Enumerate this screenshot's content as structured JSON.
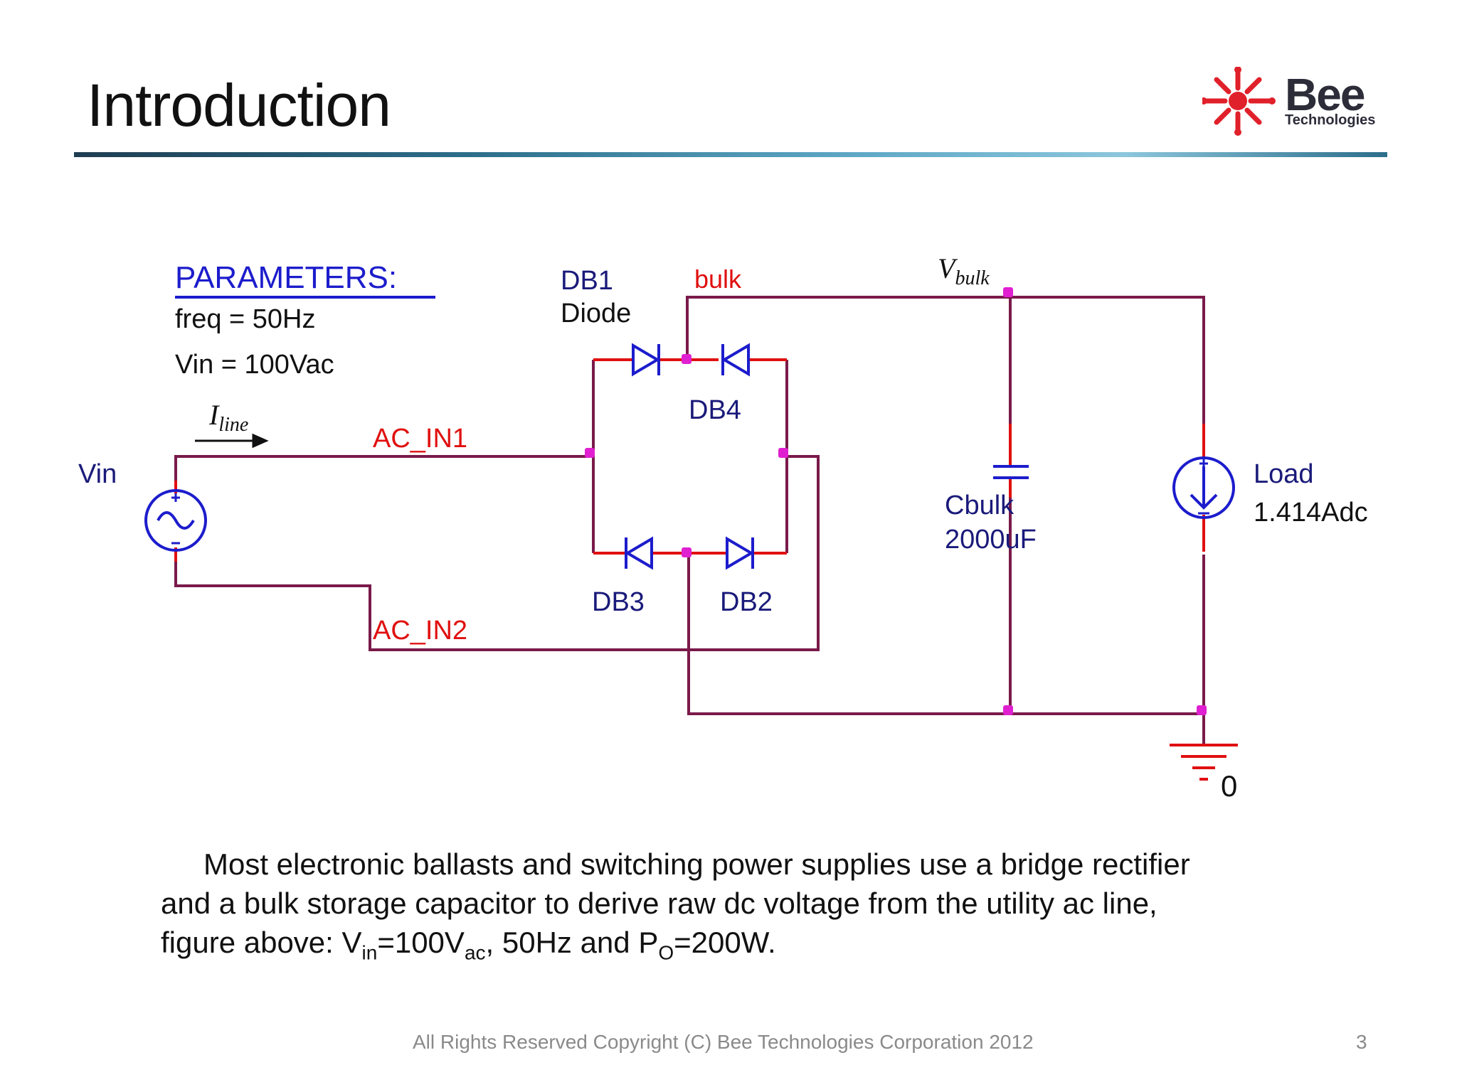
{
  "slide": {
    "title": "Introduction",
    "page_number": "3",
    "footer": "All Rights Reserved Copyright (C) Bee Technologies Corporation 2012"
  },
  "logo": {
    "brand": "Bee",
    "subtitle": "Technologies",
    "icon": "bee-logo-icon",
    "color": "#e0202a"
  },
  "schematic": {
    "parameters_heading": "PARAMETERS:",
    "param_freq": "freq = 50Hz",
    "param_vin": "Vin = 100Vac",
    "current_label": "I",
    "current_sub": "line",
    "source_name": "Vin",
    "net_ac_in1": "AC_IN1",
    "net_ac_in2": "AC_IN2",
    "net_bulk": "bulk",
    "vbulk_label": "V",
    "vbulk_sub": "bulk",
    "db1": "DB1",
    "db1_model": "Diode",
    "db2": "DB2",
    "db3": "DB3",
    "db4": "DB4",
    "cap_name": "Cbulk",
    "cap_value": "2000uF",
    "load_name": "Load",
    "load_value": "1.414Adc",
    "ground": "0",
    "colors": {
      "wire": "#7a1a4a",
      "component": "#1c1ccc",
      "pin": "#e01010",
      "node": "#e020d0"
    }
  },
  "description": {
    "line1": "Most electronic ballasts and switching power supplies use a bridge rectifier",
    "line2": "and a bulk storage capacitor to derive raw dc voltage from the utility ac line,",
    "line3_prefix": "figure above: V",
    "vin_sub": "in",
    "vin_value": "=100V",
    "vac_sub": "ac",
    "mid": ", 50Hz and P",
    "po_sub": "O",
    "po_value": "=200W."
  }
}
